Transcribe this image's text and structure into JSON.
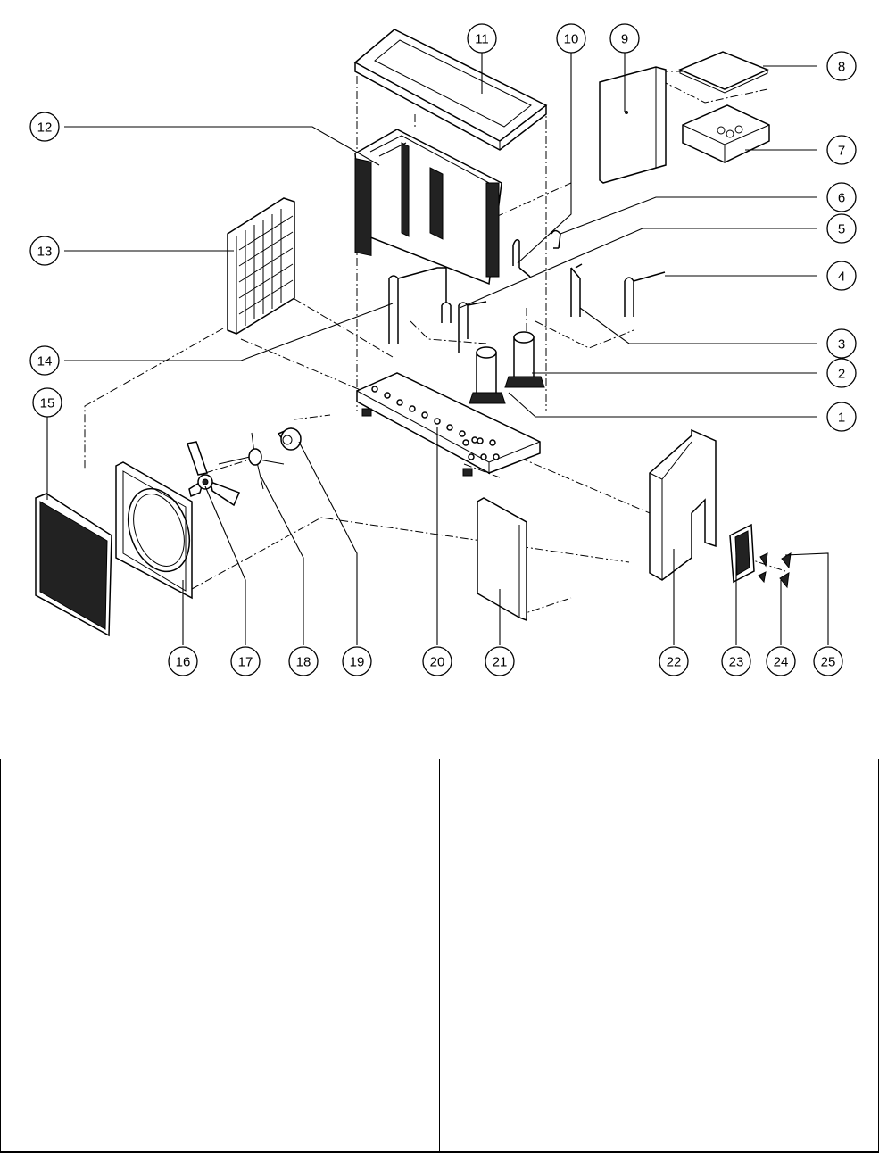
{
  "diagram": {
    "callouts": [
      "1",
      "2",
      "3",
      "4",
      "5",
      "6",
      "7",
      "8",
      "9",
      "10",
      "11",
      "12",
      "13",
      "14",
      "15",
      "16",
      "17",
      "18",
      "19",
      "20",
      "21",
      "22",
      "23",
      "24",
      "25"
    ]
  },
  "parts_table": {
    "left_column": [],
    "right_column": []
  }
}
